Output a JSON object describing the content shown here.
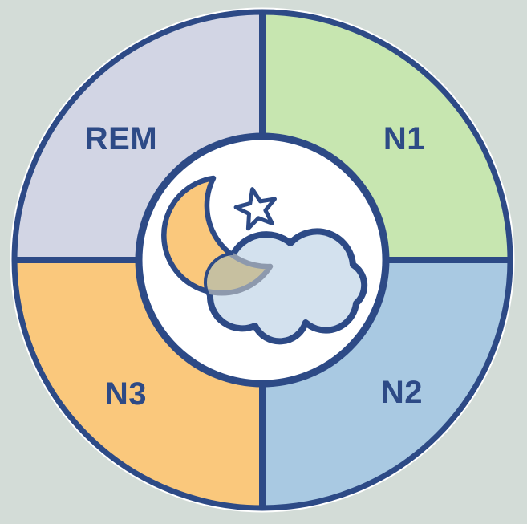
{
  "segments": [
    {
      "label": "REM",
      "position": "top-left",
      "color": "#d2d5e4"
    },
    {
      "label": "N1",
      "position": "top-right",
      "color": "#c7e6b0"
    },
    {
      "label": "N2",
      "position": "bottom-right",
      "color": "#a9c9e2"
    },
    {
      "label": "N3",
      "position": "bottom-left",
      "color": "#fac87c"
    }
  ],
  "center_illustration": {
    "icons": [
      "crescent-moon-icon",
      "star-icon",
      "cloud-icon"
    ],
    "moon_color": "#fac87c",
    "cloud_color": "#d3e1ee",
    "star_color": "#ffffff",
    "moon_behind_cloud_color": "#c7c0a0"
  },
  "colors": {
    "background": "#d3dcd7",
    "outline": "#2d4a86",
    "label": "#2d4a86",
    "center_circle": "#ffffff",
    "halo": "#ffffff",
    "shadow_outline": "#8d99ad"
  }
}
